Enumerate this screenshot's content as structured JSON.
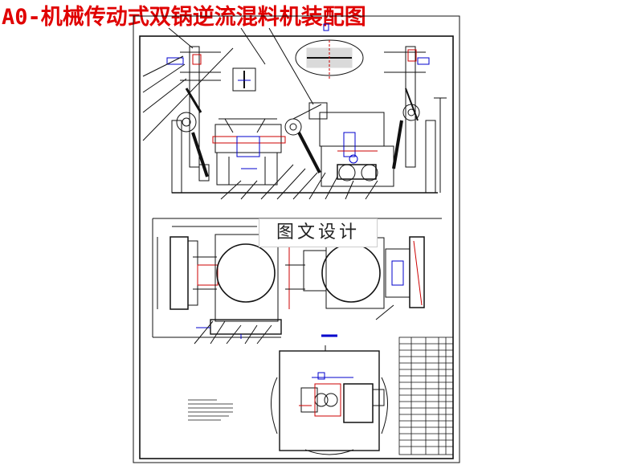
{
  "title": "A0-机械传动式双锅逆流混料机装配图",
  "watermark": "图文设计",
  "colors": {
    "title": "#e00000",
    "line": "#111111",
    "accent_blue": "#0000cc",
    "accent_red": "#cc0000"
  },
  "views": [
    "front-elevation",
    "top-plan",
    "side-view"
  ],
  "parts_table_rows": 18
}
